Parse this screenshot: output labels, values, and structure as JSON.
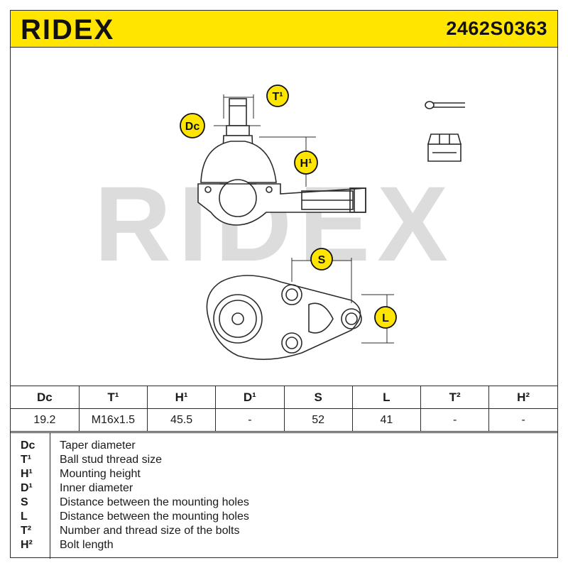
{
  "header": {
    "logo_text": "RIDEX",
    "part_number": "2462S0363",
    "color": "#ffe500"
  },
  "drawing": {
    "watermark": "RIDEX",
    "callouts": {
      "t1": "T¹",
      "dc": "Dc",
      "h1": "H¹",
      "s": "S",
      "l": "L"
    },
    "callout_color": "#ffe500"
  },
  "specs": {
    "columns": [
      "Dc",
      "T¹",
      "H¹",
      "D¹",
      "S",
      "L",
      "T²",
      "H²"
    ],
    "values": [
      "19.2",
      "M16x1.5",
      "45.5",
      "-",
      "52",
      "41",
      "-",
      "-"
    ]
  },
  "legend": [
    {
      "code": "Dc",
      "desc": "Taper diameter"
    },
    {
      "code": "T¹",
      "desc": "Ball stud thread size"
    },
    {
      "code": "H¹",
      "desc": "Mounting height"
    },
    {
      "code": "D¹",
      "desc": "Inner diameter"
    },
    {
      "code": "S",
      "desc": "Distance between the mounting holes"
    },
    {
      "code": "L",
      "desc": "Distance between the mounting holes"
    },
    {
      "code": "T²",
      "desc": "Number and thread size of the bolts"
    },
    {
      "code": "H²",
      "desc": "Bolt length"
    }
  ]
}
